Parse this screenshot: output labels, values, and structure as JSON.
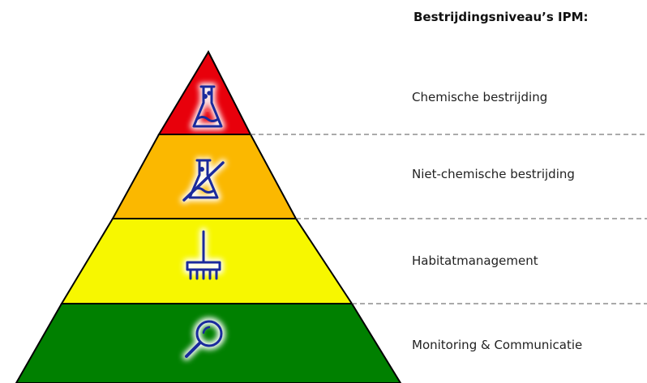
{
  "heading": "Bestrijdingsniveau’s IPM:",
  "levels": [
    {
      "label": "Chemische bestrijding",
      "color": "#e8000b",
      "icon": "flask-icon"
    },
    {
      "label": "Niet-chemische bestrijding",
      "color": "#fbb800",
      "icon": "crossed-flask-icon"
    },
    {
      "label": "Habitatmanagement",
      "color": "#f7f700",
      "icon": "rake-icon"
    },
    {
      "label": "Monitoring & Communicatie",
      "color": "#008000",
      "icon": "magnifier-icon"
    }
  ],
  "colors": {
    "icon_stroke": "#1a2a9c",
    "outline": "#000000",
    "divider": "#555555"
  }
}
